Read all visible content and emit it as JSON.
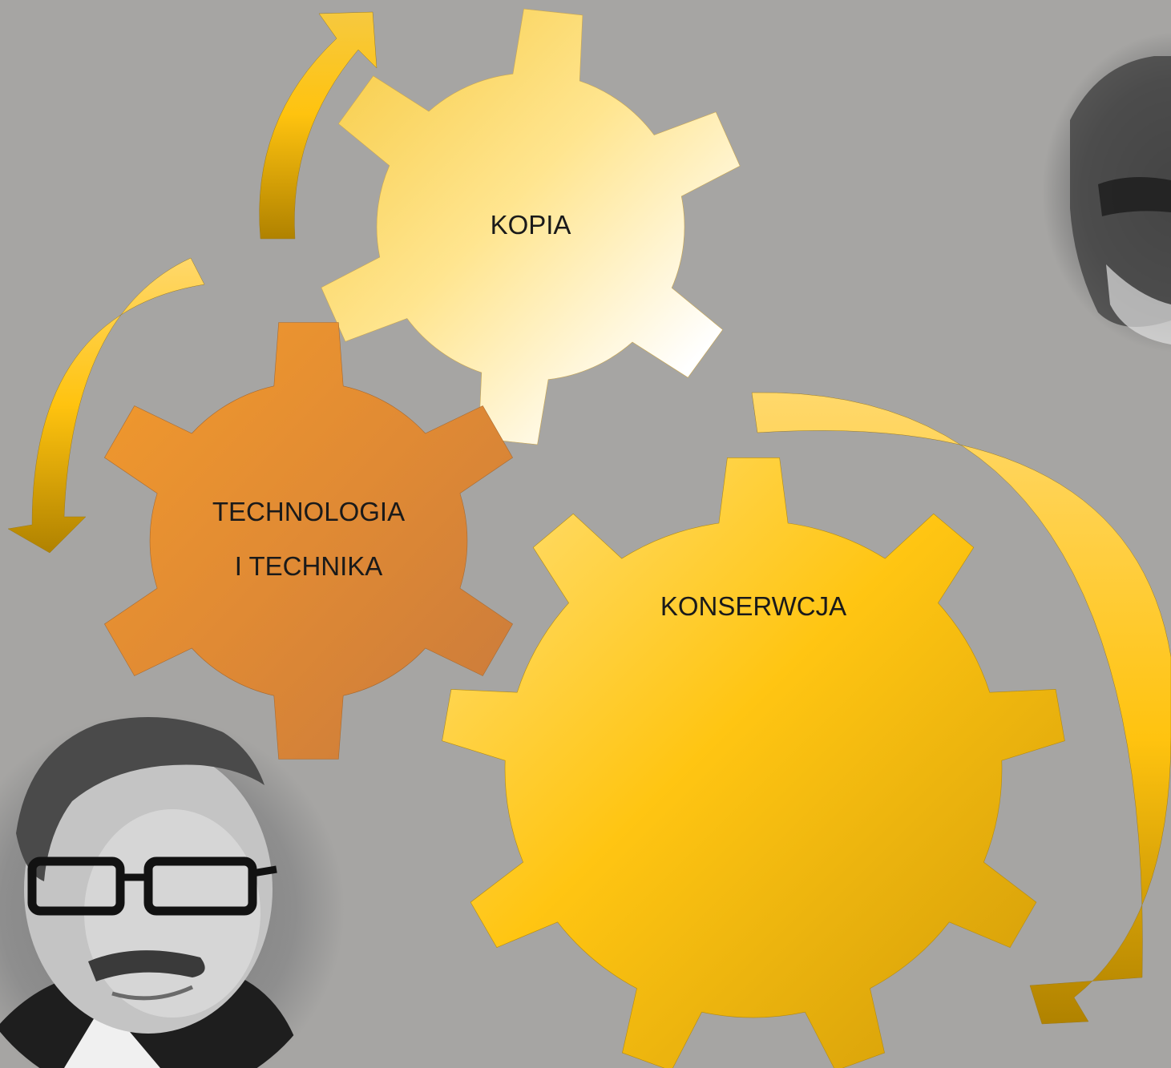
{
  "diagram": {
    "gears": [
      {
        "id": "kopia",
        "lines": [
          "KOPIA"
        ],
        "colors": [
          "#f6c93f",
          "#ffe58f",
          "#ffffff"
        ]
      },
      {
        "id": "technologia",
        "lines": [
          "TECHNOLOGIA",
          "I TECHNIKA"
        ],
        "colors": [
          "#f29a2c",
          "#e08a34",
          "#c97a3c"
        ]
      },
      {
        "id": "konserwcja",
        "lines": [
          "KONSERWCJA"
        ],
        "colors": [
          "#ffe07a",
          "#ffc512",
          "#cf9a08"
        ]
      }
    ],
    "arrows": [
      {
        "id": "arrow-up",
        "colors": [
          "#f6c93f",
          "#ffc30f",
          "#b08200"
        ]
      },
      {
        "id": "arrow-left",
        "colors": [
          "#ffd86b",
          "#ffc30f",
          "#b08200"
        ]
      },
      {
        "id": "arrow-right",
        "colors": [
          "#ffd86b",
          "#ffc30f",
          "#b08200"
        ]
      }
    ]
  },
  "photos": [
    {
      "id": "portrait-bottom-left",
      "tone": "grayscale"
    },
    {
      "id": "portrait-top-right",
      "tone": "grayscale"
    }
  ],
  "background": "#a6a5a3"
}
